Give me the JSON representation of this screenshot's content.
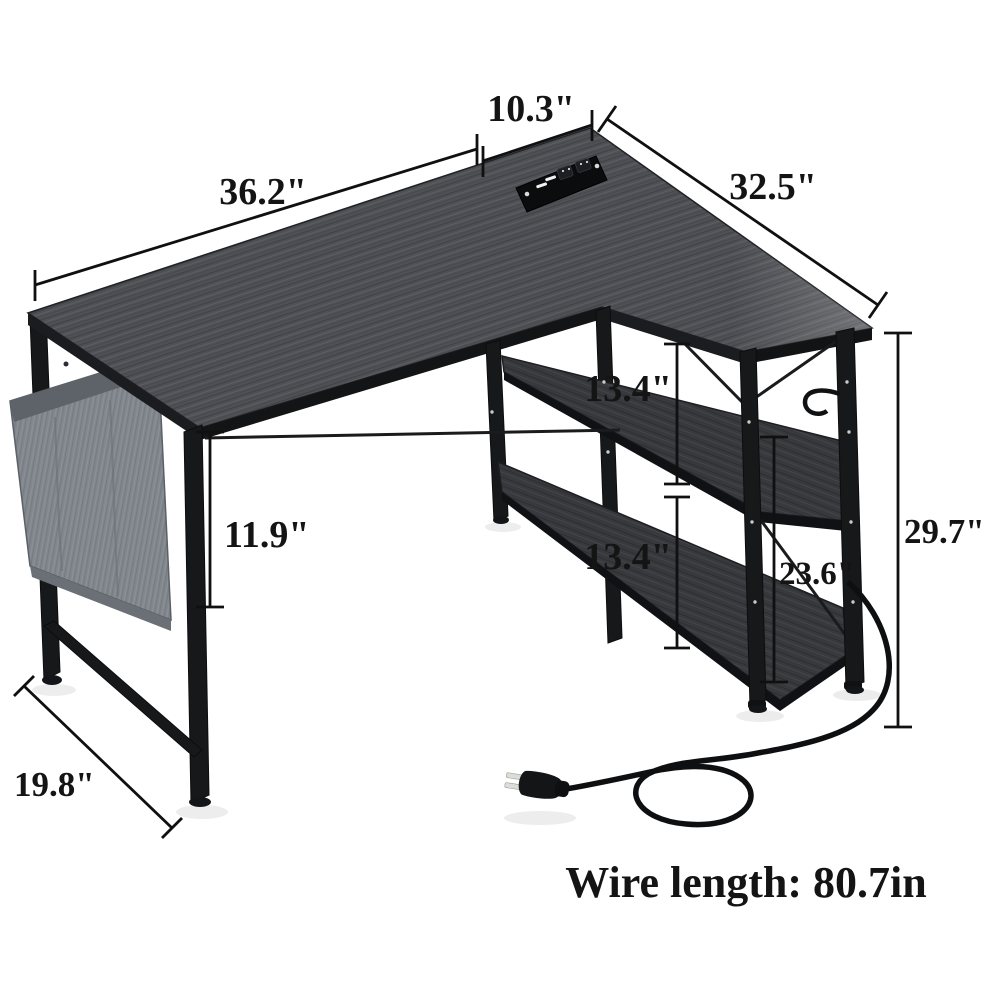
{
  "title": "L-shaped desk dimension diagram",
  "dimension_labels": {
    "return_back_width": "10.3\"",
    "desk_width": "36.2\"",
    "return_length": "32.5\"",
    "upper_shelf_gap": "13.4\"",
    "lower_shelf_gap": "13.4\"",
    "under_desk_clearance": "11.9\"",
    "shelf_tower_height": "23.6\"",
    "overall_height": "29.7\"",
    "desk_depth": "19.8\""
  },
  "caption": {
    "wire_length": "Wire length: 80.7in"
  },
  "icons": {
    "power_strip": "power-strip-with-usb-and-outlets",
    "power_plug": "two-prong-power-plug",
    "headphone_hook": "side-hook",
    "storage_bag": "fabric-storage-bag"
  },
  "colors": {
    "background": "#ffffff",
    "desk_wood": "#4e5054",
    "shelf_wood": "#37393d",
    "metal_frame": "#17181a",
    "bag_fabric": "#82878e",
    "dimension_line": "#101010",
    "label_text": "#141414"
  }
}
